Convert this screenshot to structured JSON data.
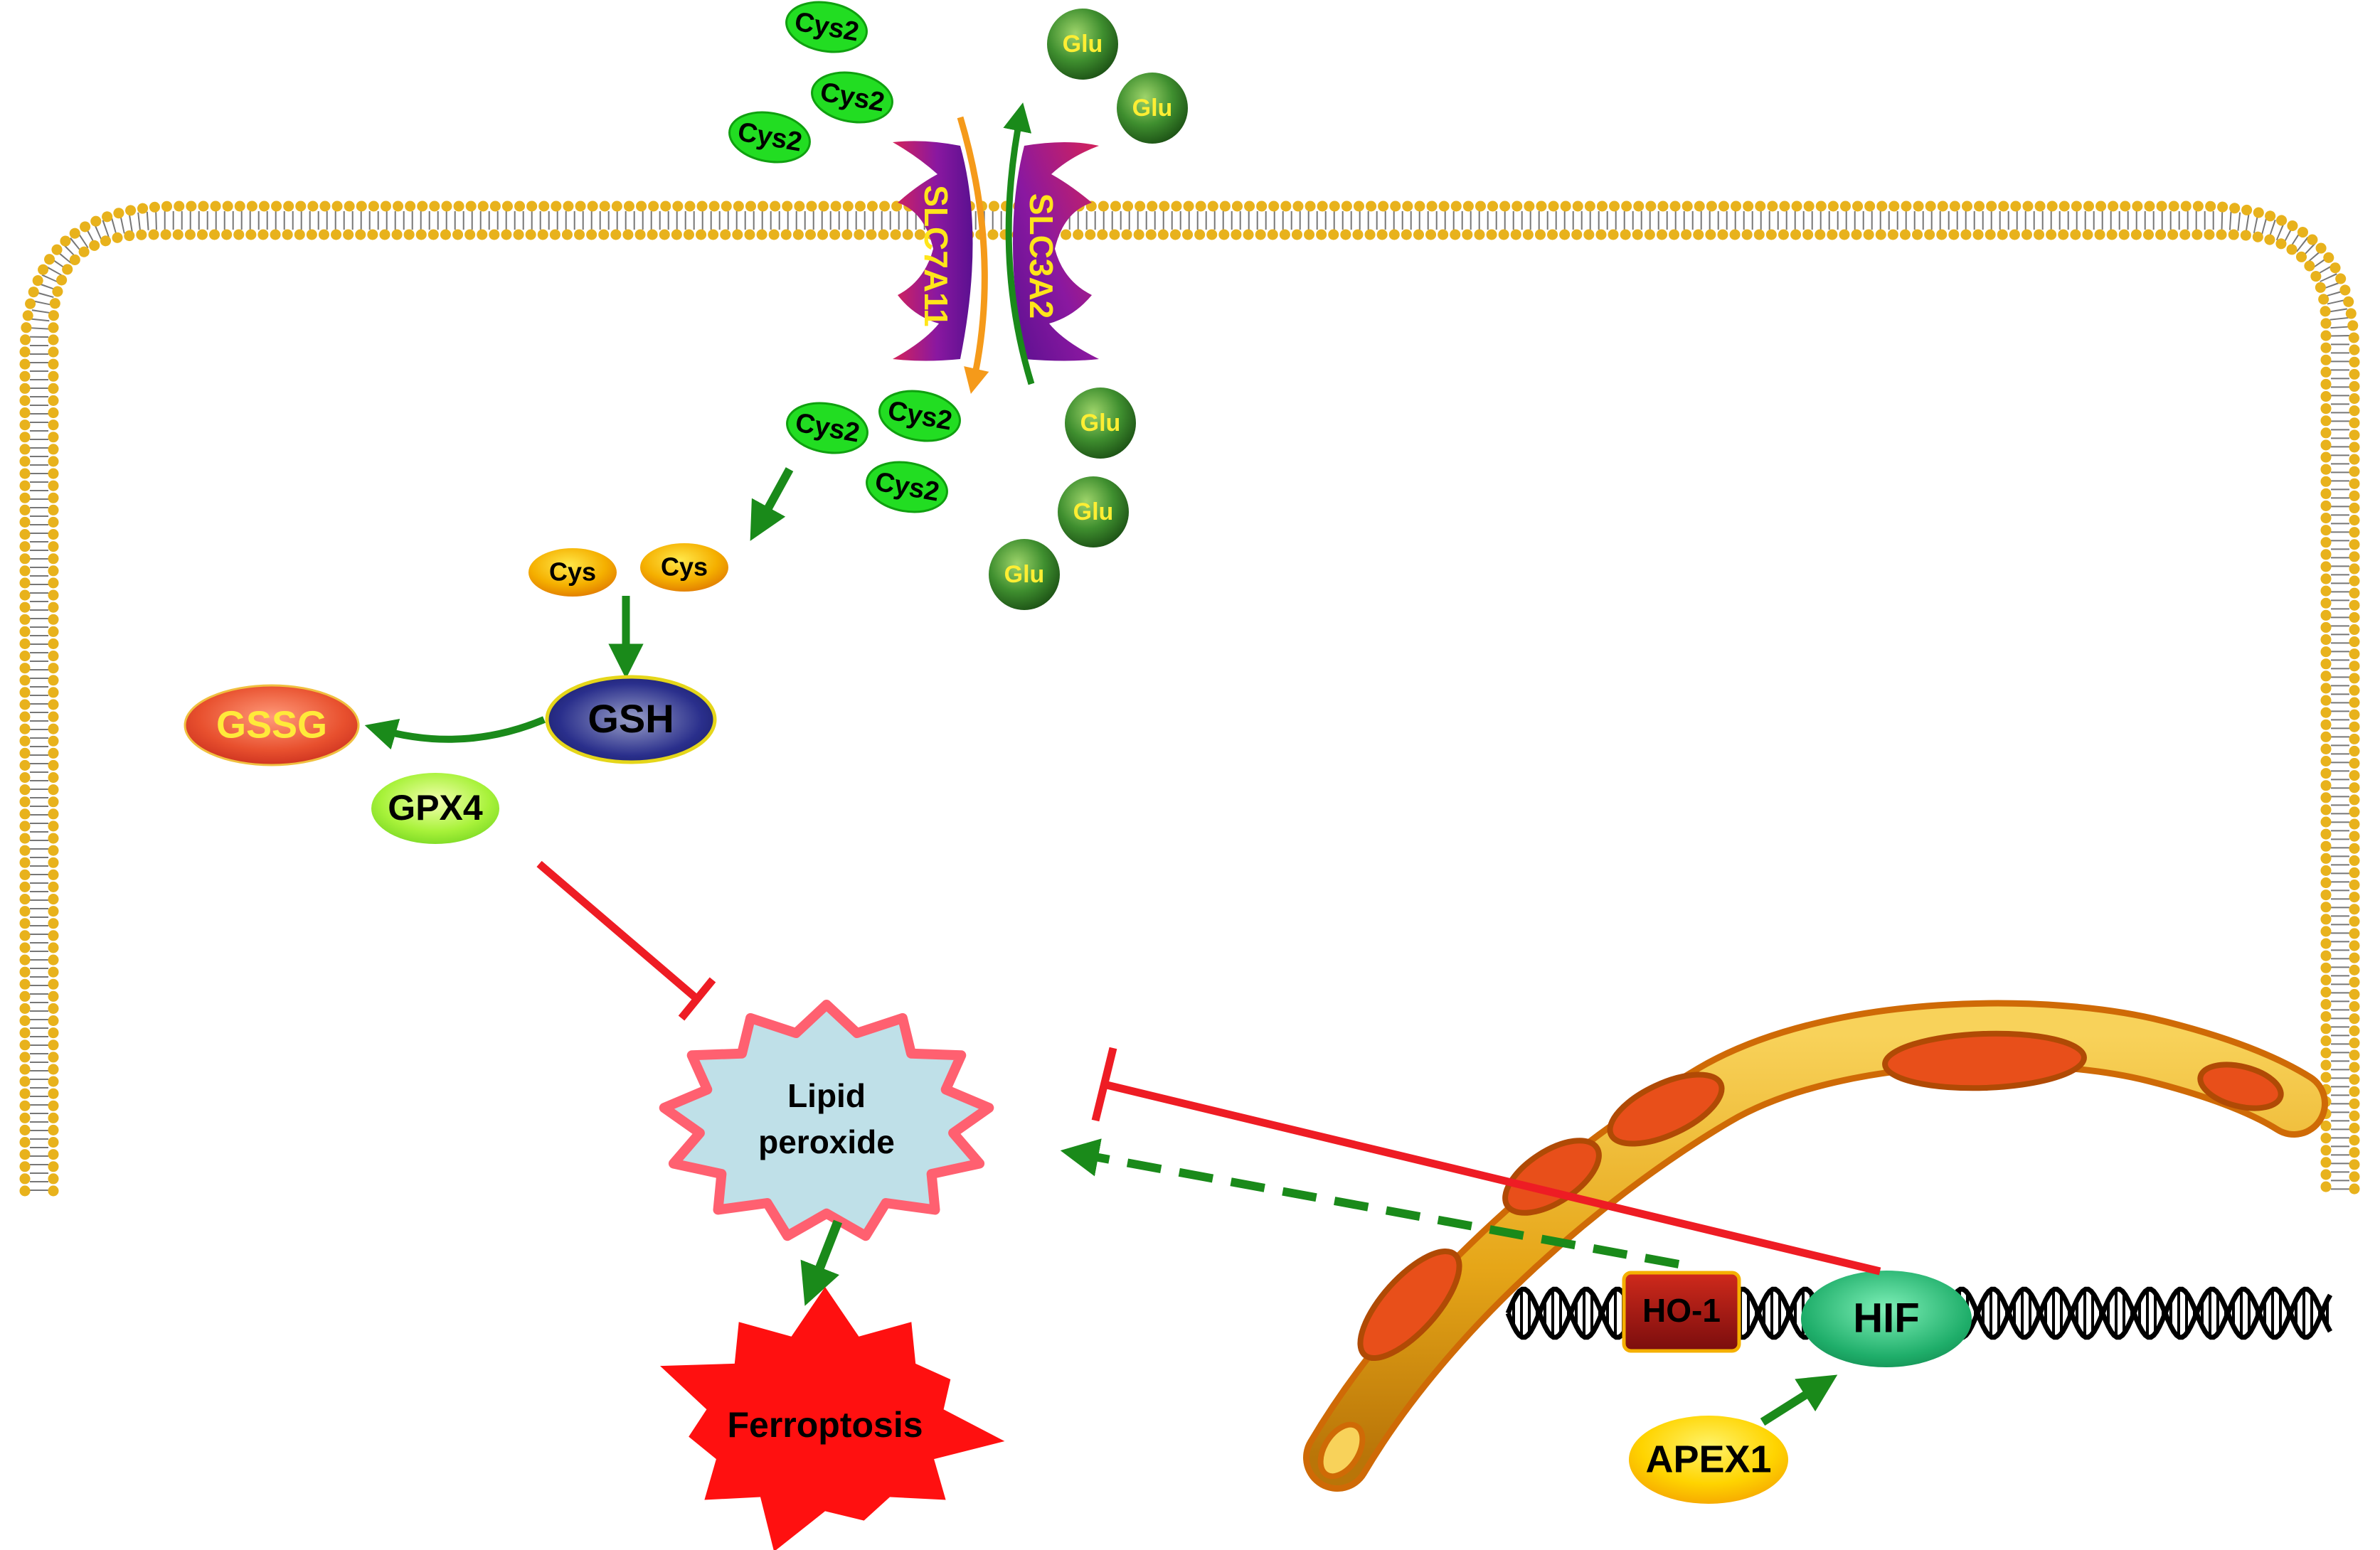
{
  "transporters": {
    "left_label": "SLC7A11",
    "right_label": "SLC3A2"
  },
  "extracellular": {
    "cys2_labels": [
      "Cys2",
      "Cys2",
      "Cys2"
    ],
    "glu_labels": [
      "Glu",
      "Glu"
    ]
  },
  "intracellular": {
    "cys2_labels": [
      "Cys2",
      "Cys2",
      "Cys2"
    ],
    "glu_labels": [
      "Glu",
      "Glu",
      "Glu"
    ],
    "cys_labels": [
      "Cys",
      "Cys"
    ],
    "gsh": "GSH",
    "gssg": "GSSG",
    "gpx4": "GPX4",
    "lipid_peroxide_line1": "Lipid",
    "lipid_peroxide_line2": "peroxide",
    "ferroptosis": "Ferroptosis",
    "ho1": "HO-1",
    "hif": "HIF",
    "apex1": "APEX1"
  },
  "colors": {
    "activation": "#1a8a1a",
    "inhibition": "#ee1c24",
    "membrane_head": "#e8b21c",
    "cys2_fill": "#22dd22",
    "glu_fill": "#3f8f2f",
    "glu_text": "#ffee33",
    "transporter_text": "#ffe51a"
  }
}
